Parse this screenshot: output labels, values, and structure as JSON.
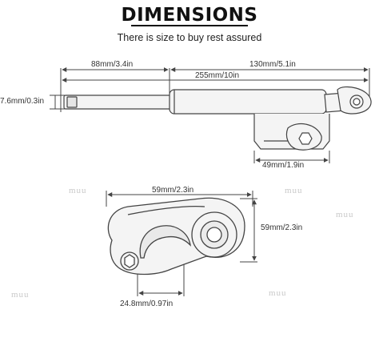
{
  "header": {
    "title": "DIMENSIONS",
    "subtitle": "There is size to buy rest assured"
  },
  "damper_view": {
    "dim_rod_length": "88mm/3.4in",
    "dim_body_length": "130mm/5.1in",
    "dim_total_length": "255mm/10in",
    "dim_rod_diameter": "7.6mm/0.3in",
    "dim_bracket_width": "49mm/1.9in"
  },
  "bracket_view": {
    "dim_width": "59mm/2.3in",
    "dim_height": "59mm/2.3in",
    "dim_hole": "24.8mm/0.97in"
  },
  "watermarks": [
    "muu",
    "muu",
    "muu",
    "muu",
    "muu"
  ],
  "colors": {
    "line": "#444444",
    "fill": "#f4f4f4",
    "watermark": "#c9c9c9"
  }
}
